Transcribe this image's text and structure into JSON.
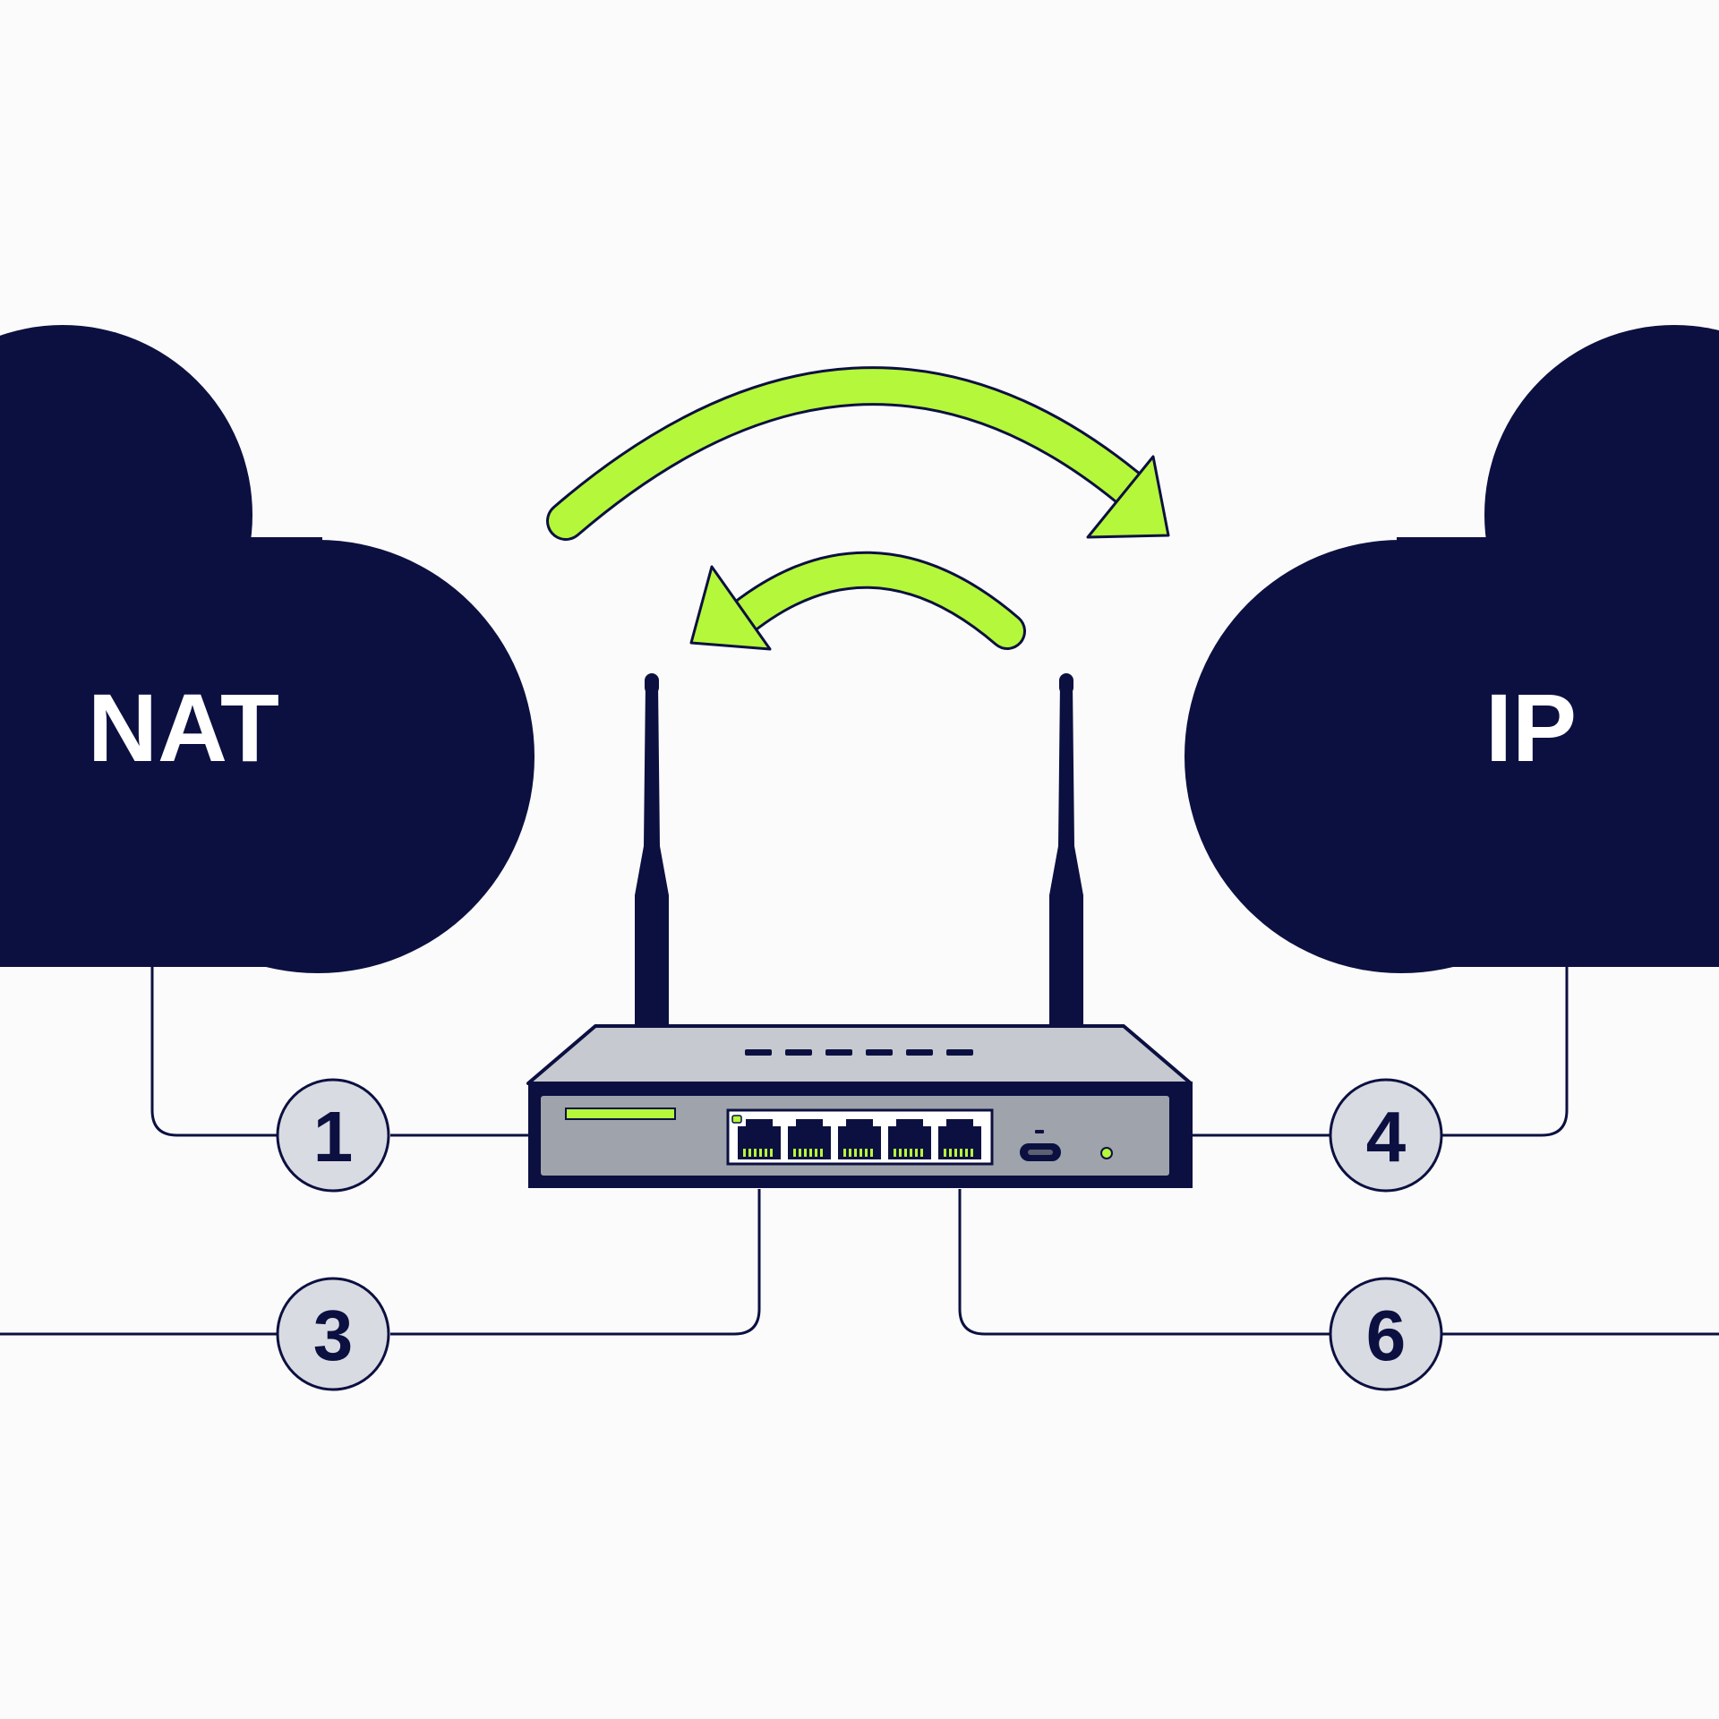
{
  "clouds": {
    "left": {
      "label": "NAT"
    },
    "right": {
      "label": "IP"
    }
  },
  "badges": [
    {
      "number": "1"
    },
    {
      "number": "3"
    },
    {
      "number": "4"
    },
    {
      "number": "6"
    }
  ],
  "router": {
    "lan_ports": 5,
    "power_led_on": true
  },
  "colors": {
    "navy": "#0c1040",
    "accent_green": "#b5f73a",
    "router_body": "#9fa3ac",
    "router_top": "#c6c9d0",
    "badge_fill": "#d9dbe2",
    "background": "#fbfbfc"
  }
}
